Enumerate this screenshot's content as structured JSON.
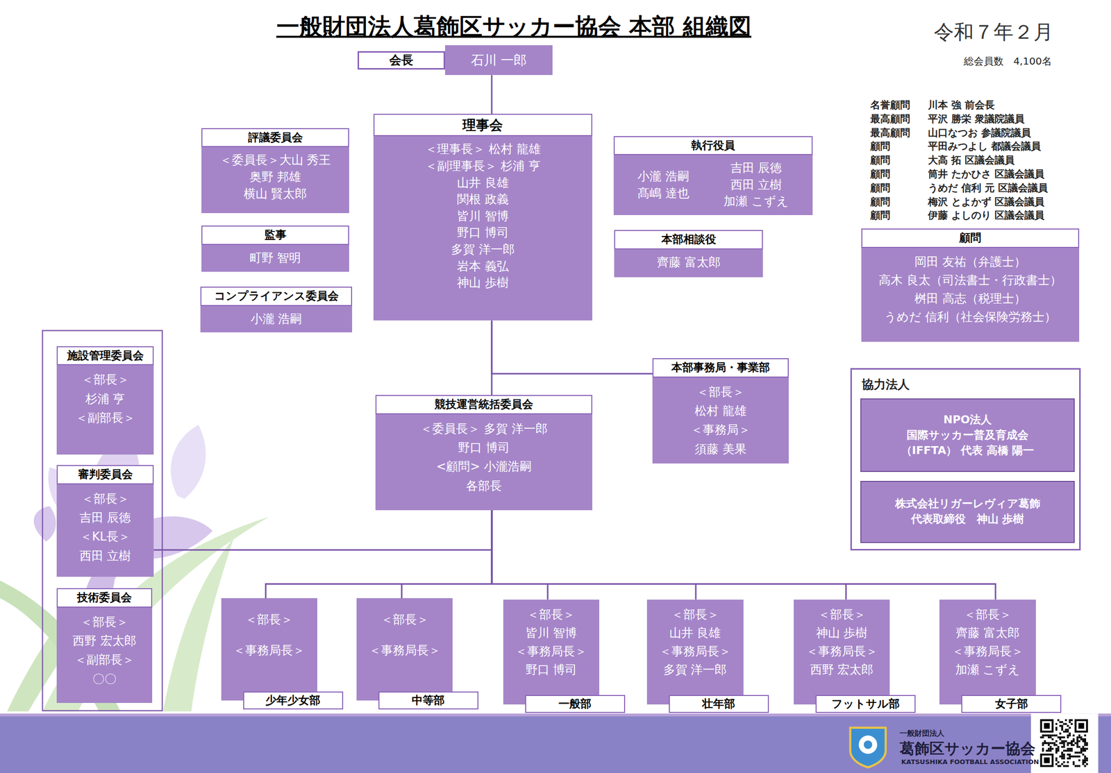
{
  "diagram": {
    "title": "一般財団法人葛飾区サッカー協会 本部 組織図",
    "nodes": [
      {
        "text": [
          "会長",
          "石川 一郎"
        ]
      },
      {
        "text": [
          "評議委員会",
          "＜委員長＞大山 秀王",
          "奥野 邦雄",
          "横山 賢太郎"
        ]
      },
      {
        "text": [
          "理事会",
          "＜理事長＞ 松村 龍雄",
          "＜副理事長＞ 杉浦 亨",
          "山井 良雄",
          "関根 政義",
          "皆川 智博",
          "野口 博司",
          "多賀 洋一郎",
          "岩本 義弘",
          "神山 歩樹"
        ]
      },
      {
        "text": [
          "執行役員",
          "小瀧 浩嗣",
          "髙嶋 達也",
          "吉田 辰徳",
          "西田 立樹",
          "加瀬 こずえ"
        ]
      },
      {
        "text": [
          "監事",
          "町野 智明"
        ]
      },
      {
        "text": [
          "本部相談役",
          "齊藤 富太郎"
        ]
      },
      {
        "text": [
          "コンプライアンス委員会",
          "小瀧 浩嗣"
        ]
      },
      {
        "text": [
          "顧問",
          "岡田 友祐（弁護士）",
          "高木 良太（司法書士・行政書士）",
          "桝田 高志（税理士）",
          "うめだ 信利（社会保険労務士）"
        ]
      },
      {
        "text": [
          "協力法人"
        ]
      },
      {
        "text": [
          "NPO法人 国際サッカー普及育成会 （IFFTA） 代表 高橋 陽一"
        ],
        "in": 8
      },
      {
        "text": [
          "株式会社リガーレヴィア葛飾 代表取締役　神山 歩樹"
        ],
        "in": 8
      },
      {
        "text": [
          "施設管理委員会",
          "＜部長＞",
          "杉浦 亨",
          "＜副部長＞"
        ]
      },
      {
        "text": [
          "審判委員会",
          "＜部長＞",
          "吉田 辰徳",
          "＜KL長＞",
          "西田 立樹"
        ]
      },
      {
        "text": [
          "技術委員会",
          "＜部長＞",
          "西野 宏太郎",
          "＜副部長＞",
          "〇〇"
        ]
      },
      {
        "text": [
          "競技運営統括委員会",
          "＜委員長＞ 多賀 洋一郎",
          "野口 博司",
          "<顧問> 小瀧浩嗣",
          "各部長"
        ]
      },
      {
        "text": [
          "本部事務局・事業部",
          "＜部長＞",
          "松村 龍雄",
          "＜事務局＞",
          "須藤 美果"
        ]
      },
      {
        "text": [
          "＜部長＞",
          "＜事務局長＞",
          "少年少女部"
        ]
      },
      {
        "text": [
          "＜部長＞",
          "＜事務局長＞",
          "中等部"
        ]
      },
      {
        "text": [
          "＜部長＞",
          "皆川 智博",
          "＜事務局長＞",
          "野口 博司",
          "一般部"
        ]
      },
      {
        "text": [
          "＜部長＞",
          "山井 良雄",
          "＜事務局長＞",
          "多賀 洋一郎",
          "壮年部"
        ]
      },
      {
        "text": [
          "＜部長＞",
          "神山 歩樹",
          "＜事務局長＞",
          "西野 宏太郎",
          "フットサル部"
        ]
      },
      {
        "text": [
          "＜部長＞",
          "齊藤 富太郎",
          "＜事務局長＞",
          "加瀬 こずえ",
          "女子部"
        ]
      }
    ],
    "edges": [
      {
        "from": 0,
        "to": 2,
        "arrow": "none"
      },
      {
        "from": 2,
        "to": 14,
        "arrow": "none"
      },
      {
        "from": 2,
        "to": 15,
        "arrow": "none"
      },
      {
        "from": 14,
        "to": 12,
        "arrow": "none"
      },
      {
        "from": 14,
        "to": 16,
        "arrow": "none"
      },
      {
        "from": 14,
        "to": 17,
        "arrow": "none"
      },
      {
        "from": 14,
        "to": 18,
        "arrow": "none"
      },
      {
        "from": 14,
        "to": 19,
        "arrow": "none"
      },
      {
        "from": 14,
        "to": 20,
        "arrow": "none"
      },
      {
        "from": 14,
        "to": 21,
        "arrow": "none"
      }
    ],
    "labels": [
      "令和７年２月",
      "総会員数　4,100名",
      "名誉顧問",
      "川本 強 前会長",
      "最高顧問",
      "平沢 勝栄 衆議院議員",
      "最高顧問",
      "山口なつお 参議院議員",
      "顧問",
      "平田みつよし 都議会議員",
      "顧問",
      "大高 拓 区議会議員",
      "顧問",
      "筒井 たかひさ 区議会議員",
      "顧問",
      "うめだ 信利 元 区議会議員",
      "顧問",
      "梅沢 とよかず 区議会議員",
      "顧問",
      "伊藤 よしのり 区議会議員",
      "一般財団法人",
      "葛飾区サッカー協会",
      "KATSUSHIKA FOOTBALL ASSOCIATION"
    ]
  }
}
